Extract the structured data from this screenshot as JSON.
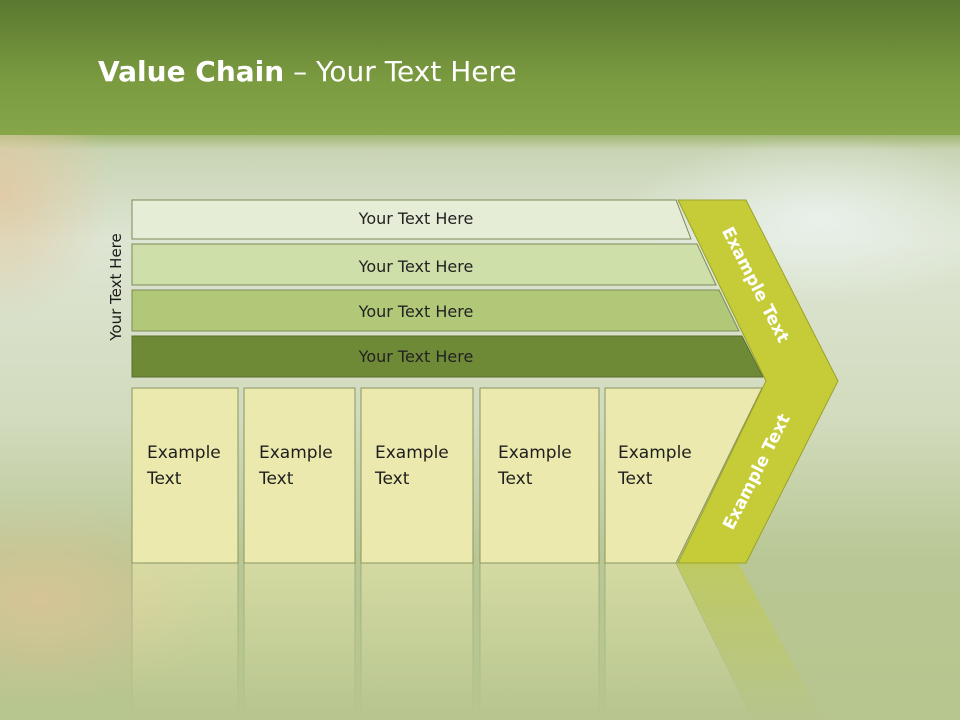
{
  "slide": {
    "title_bold": "Value Chain",
    "title_rest": " – Your Text Here",
    "side_label": "Your Text Here"
  },
  "bars": [
    {
      "label": "Your Text Here",
      "fill": "#e6edd6"
    },
    {
      "label": "Your Text Here",
      "fill": "#cfdfaa"
    },
    {
      "label": "Your Text Here",
      "fill": "#b1c878"
    },
    {
      "label": "Your Text Here",
      "fill": "#6f8a37"
    }
  ],
  "cards": [
    {
      "line1": "Example",
      "line2": "Text"
    },
    {
      "line1": "Example",
      "line2": "Text"
    },
    {
      "line1": "Example",
      "line2": "Text"
    },
    {
      "line1": "Example",
      "line2": "Text"
    },
    {
      "line1": "Example",
      "line2": "Text"
    }
  ],
  "chevron": {
    "upper_label": "Example Text",
    "lower_label": "Example Text",
    "fill": "#c5cc38"
  },
  "colors": {
    "card_fill": "#ebe9ad",
    "outline": "#7d8a5a"
  }
}
